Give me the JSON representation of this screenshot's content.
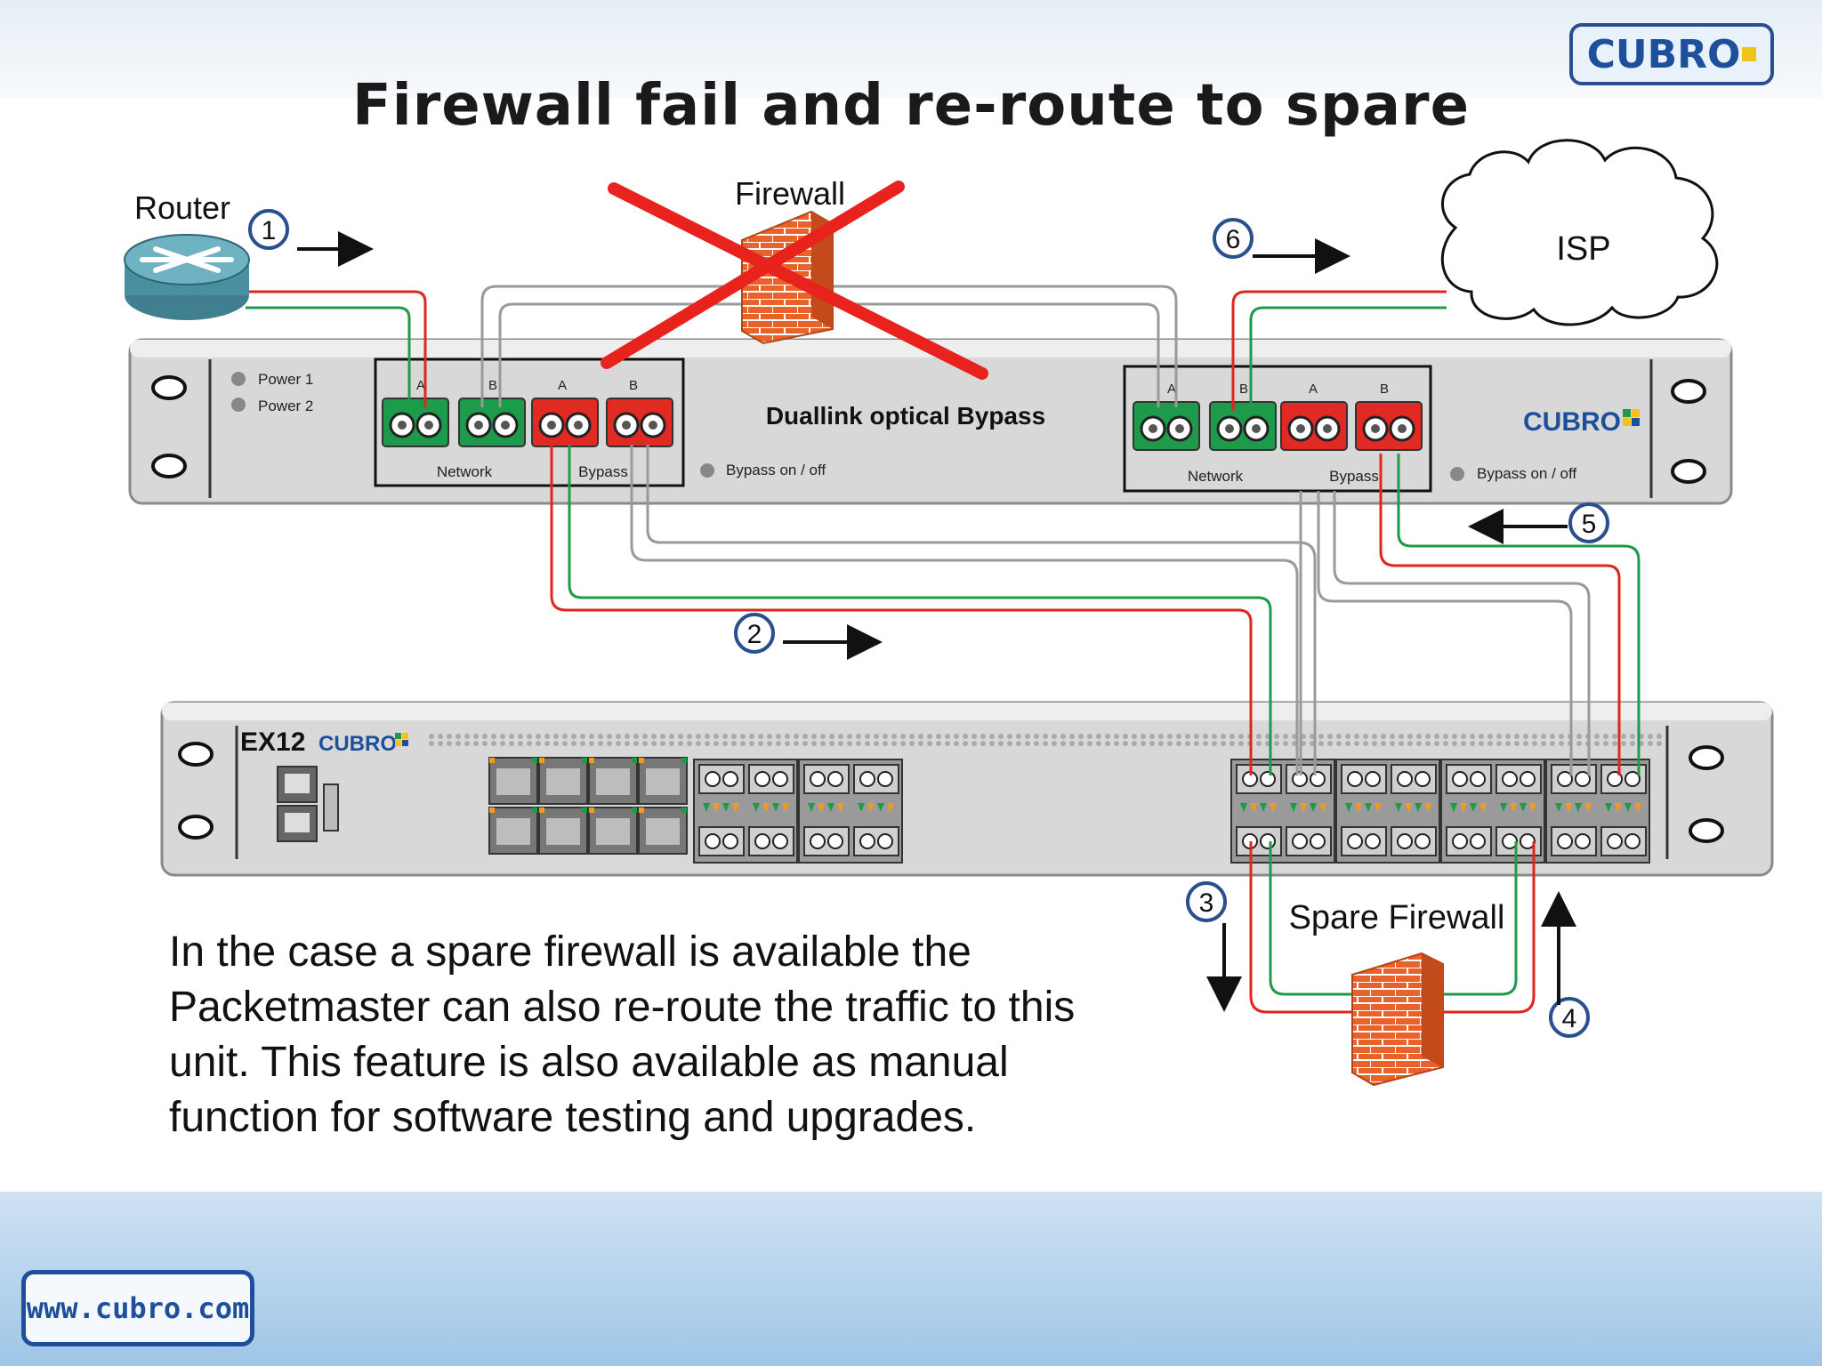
{
  "slide": {
    "title": "Firewall fail and re-route to spare",
    "description_lines": [
      "In the case a spare firewall is available the",
      "Packetmaster can also re-route the traffic to this",
      "unit. This feature is also available as manual",
      "function for software testing and upgrades."
    ]
  },
  "brand": {
    "logo_text": "CUBRO",
    "url": "www.cubro.com",
    "color": "#1e4f9c"
  },
  "diagram": {
    "router_label": "Router",
    "firewall_label": "Firewall",
    "isp_label": "ISP",
    "spare_firewall_label": "Spare Firewall",
    "steps": [
      "1",
      "2",
      "3",
      "4",
      "5",
      "6"
    ],
    "bypass_unit": {
      "title": "Duallink optical Bypass",
      "power_labels": [
        "Power 1",
        "Power 2"
      ],
      "port_letters": [
        "A",
        "B",
        "A",
        "B"
      ],
      "network_label": "Network",
      "bypass_label": "Bypass",
      "bypass_switch_label": "Bypass on / off",
      "logo_text": "CUBRO"
    },
    "packetmaster": {
      "model": "EX12",
      "logo_text": "CUBRO"
    },
    "colors": {
      "fiber_red": "#e0261c",
      "fiber_green": "#1f9a48",
      "fiber_gray": "#9a9a9a",
      "port_green": "#1e9b4a",
      "port_red": "#e22a24",
      "firewall_brick": "#e8622a",
      "cross": "#e8221c",
      "step_ring": "#2a4f8f"
    },
    "icons": [
      "router-icon",
      "firewall-icon",
      "cloud-icon",
      "arrow-right-icon",
      "arrow-left-icon",
      "arrow-up-icon",
      "arrow-down-icon",
      "red-cross-icon"
    ]
  }
}
